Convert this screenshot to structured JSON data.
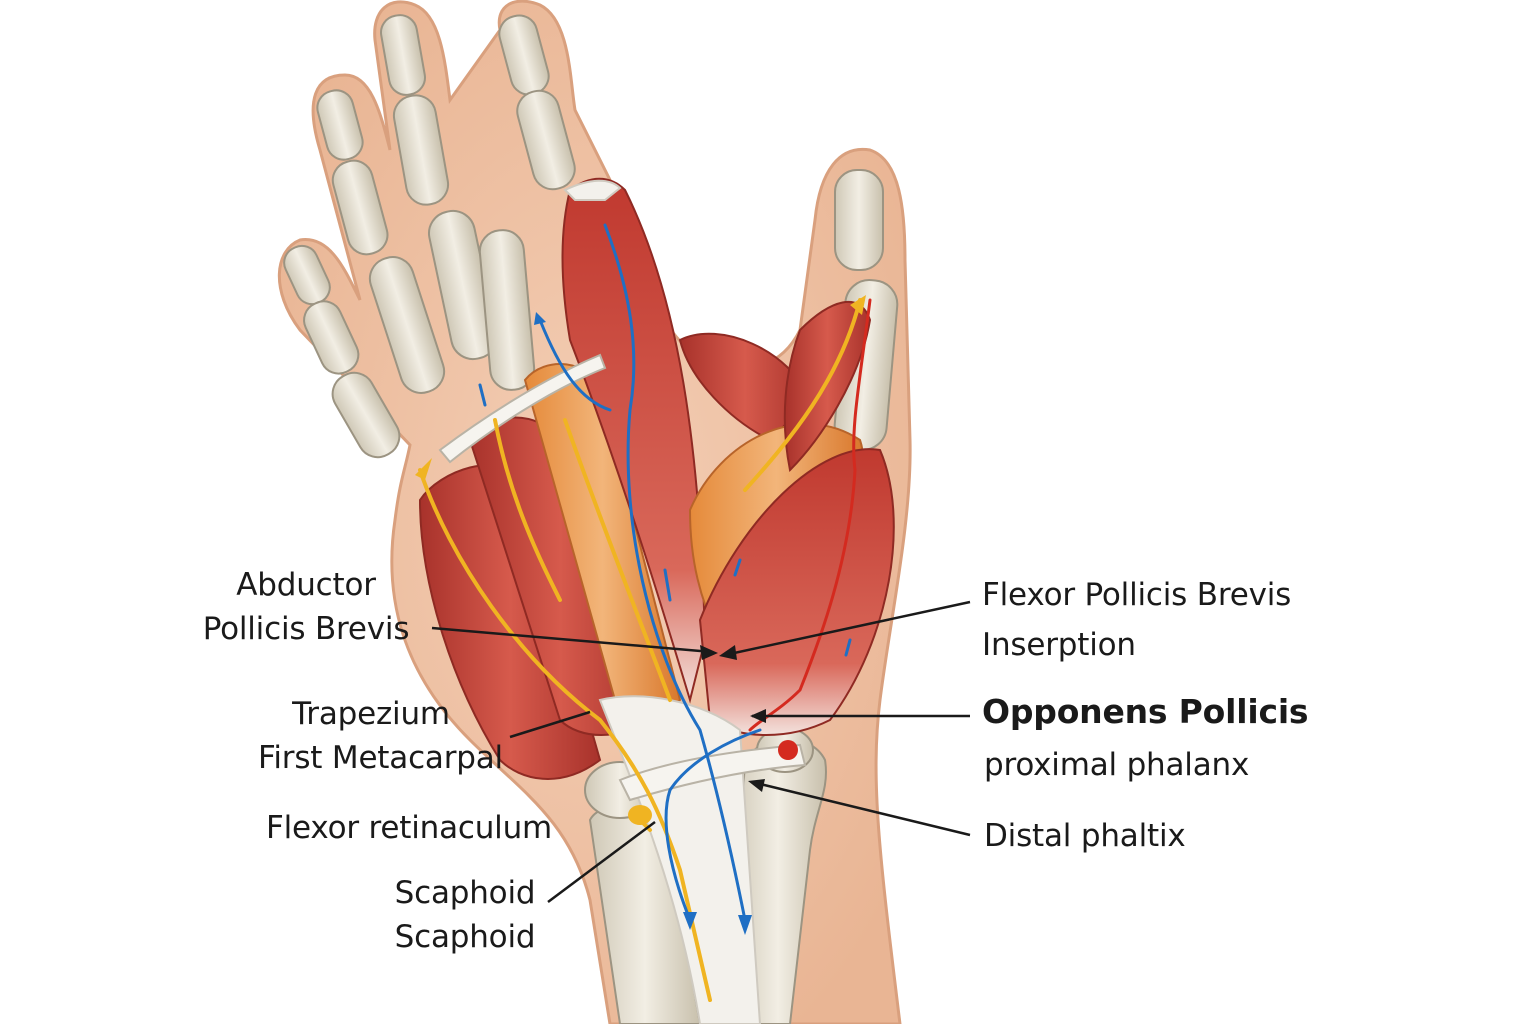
{
  "labels": {
    "abductor": [
      "Abductor",
      "Pollicis Brevis"
    ],
    "trapezium": [
      "Trapezium",
      "First Metacarpal"
    ],
    "flexor_retinaculum": "Flexor retinaculum",
    "scaphoid": [
      "Scaphoid",
      "Scaphoid"
    ],
    "fpb_insertion": [
      "Flexor Pollicis Brevis",
      "Inserption"
    ],
    "opponens": "Opponens Pollicis",
    "proximal_phalanx": "proximal phalanx",
    "distal": "Distal phaltix"
  },
  "colors": {
    "skin": "#eec2a6",
    "bone": "#e6e1d2",
    "muscle": "#c9453c",
    "tendon": "#f2f0ec",
    "orange_muscle": "#e8963f",
    "nerve": "#f0b422",
    "vein": "#1f6fc4",
    "artery": "#d42a1f",
    "leader_line": "#1a1a1a"
  }
}
